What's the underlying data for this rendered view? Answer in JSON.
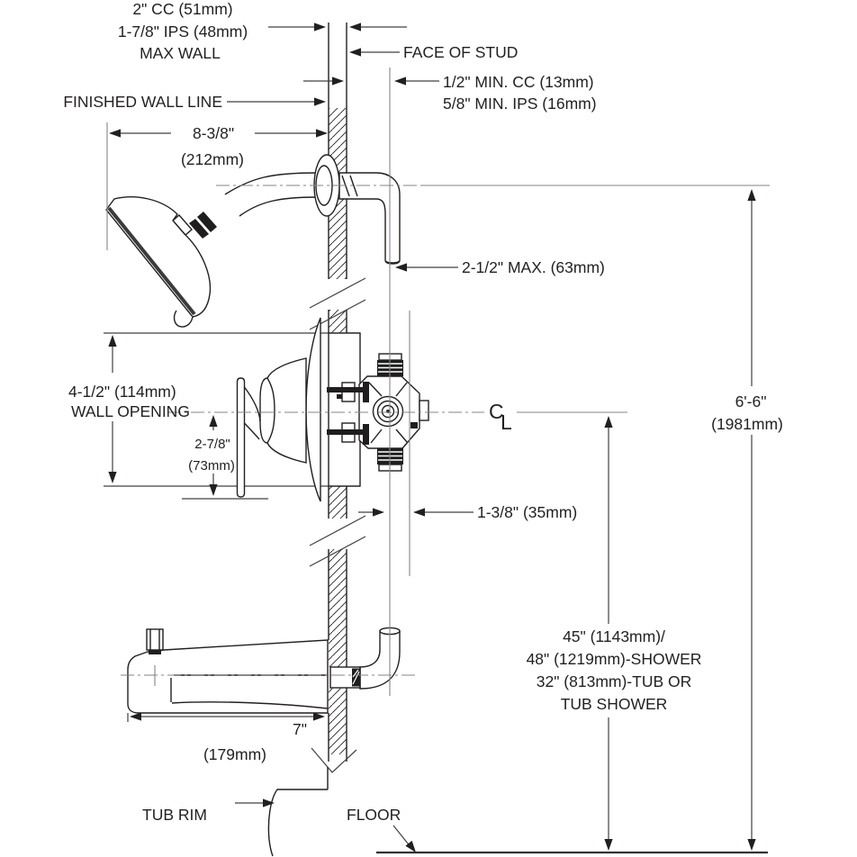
{
  "diagram": {
    "type": "plumbing-installation-dimension-drawing",
    "subject": "tub and shower valve rough-in",
    "labels": {
      "max_wall": [
        "2\" CC (51mm)",
        "1-7/8\" IPS (48mm)",
        "MAX WALL"
      ],
      "face_of_stud": "FACE OF STUD",
      "min_setback": [
        "1/2\" MIN. CC (13mm)",
        "5/8\" MIN. IPS (16mm)"
      ],
      "finished_wall": "FINISHED WALL LINE",
      "arm_reach": [
        "8-3/8\"",
        "(212mm)"
      ],
      "max_drop": "2-1/2\" MAX. (63mm)",
      "wall_opening": [
        "4-1/2\" (114mm)",
        "WALL OPENING"
      ],
      "handle_depth": [
        "2-7/8\"",
        "(73mm)"
      ],
      "centerline_glyph": [
        "C",
        "L"
      ],
      "overall_height": [
        "6'-6\"",
        "(1981mm)"
      ],
      "offset": "1-3/8\" (35mm)",
      "valve_height": [
        "45\" (1143mm)/",
        "48\" (1219mm)-SHOWER",
        "32\" (813mm)-TUB OR",
        "TUB SHOWER"
      ],
      "spout_reach": [
        "7\"",
        "(179mm)"
      ],
      "tub_rim": "TUB RIM",
      "floor": "FLOOR"
    },
    "colors": {
      "line": "#231f20",
      "dimension": "#414042",
      "reference": "#85868a",
      "background": "#ffffff"
    }
  }
}
